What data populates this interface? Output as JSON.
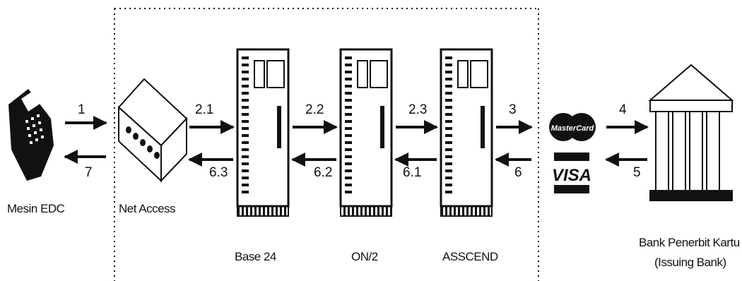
{
  "components": {
    "edc": "Mesin EDC",
    "net_access": "Net Access",
    "base24": "Base 24",
    "on2": "ON/2",
    "asscend": "ASSCEND",
    "bank_line1": "Bank Penerbit Kartu",
    "bank_line2": "(Issuing Bank)"
  },
  "brands": {
    "mastercard": "MasterCard",
    "visa": "VISA"
  },
  "steps": {
    "s1": "1",
    "s7": "7",
    "s21": "2.1",
    "s63": "6.3",
    "s22": "2.2",
    "s62": "6.2",
    "s23": "2.3",
    "s61": "6.1",
    "s3": "3",
    "s6": "6",
    "s4": "4",
    "s5": "5"
  }
}
